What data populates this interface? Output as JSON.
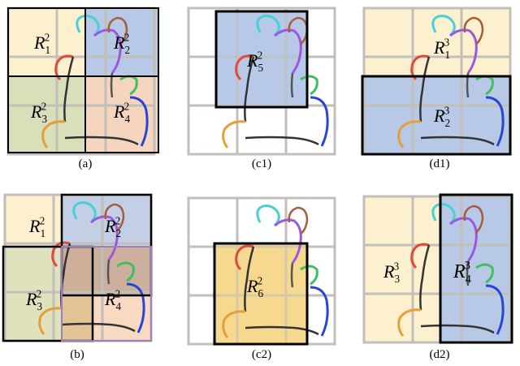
{
  "panels": [
    {
      "id": "a",
      "caption": "(a)",
      "regions": [
        {
          "label": "R",
          "sub": "1",
          "sup": "2"
        },
        {
          "label": "R",
          "sub": "2",
          "sup": "2"
        },
        {
          "label": "R",
          "sub": "3",
          "sup": "2"
        },
        {
          "label": "R",
          "sub": "4",
          "sup": "2"
        }
      ]
    },
    {
      "id": "c1",
      "caption": "(c1)",
      "regions": [
        {
          "label": "R",
          "sub": "5",
          "sup": "2"
        }
      ]
    },
    {
      "id": "d1",
      "caption": "(d1)",
      "regions": [
        {
          "label": "R",
          "sub": "1",
          "sup": "3"
        },
        {
          "label": "R",
          "sub": "2",
          "sup": "3"
        }
      ]
    },
    {
      "id": "b",
      "caption": "(b)",
      "regions": [
        {
          "label": "R",
          "sub": "1",
          "sup": "2"
        },
        {
          "label": "R",
          "sub": "2",
          "sup": "2"
        },
        {
          "label": "R",
          "sub": "3",
          "sup": "2"
        },
        {
          "label": "R",
          "sub": "4",
          "sup": "2"
        }
      ]
    },
    {
      "id": "c2",
      "caption": "(c2)",
      "regions": [
        {
          "label": "R",
          "sub": "6",
          "sup": "2"
        }
      ]
    },
    {
      "id": "d2",
      "caption": "(d2)",
      "regions": [
        {
          "label": "R",
          "sub": "3",
          "sup": "3"
        },
        {
          "label": "R",
          "sub": "4",
          "sup": "3"
        }
      ]
    }
  ],
  "colors": {
    "cream": "#fdf0cf",
    "blue": "#b7c9e7",
    "green": "#d9dfb8",
    "salmon": "#f6d5bf",
    "gold": "#f6d98f",
    "purple_border": "#9b7fc2",
    "grid": "#c2bfb8"
  }
}
